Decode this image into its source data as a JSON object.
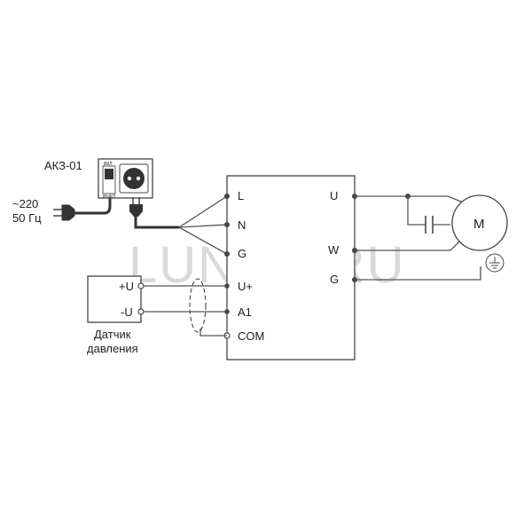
{
  "watermark": "LUNDA.RU",
  "supply": {
    "voltage": "~220",
    "frequency": "50 Гц"
  },
  "protection_device": {
    "name": "АКЗ-01",
    "switch_on": "ВКЛ",
    "switch_off": "ВЫКЛ"
  },
  "inverter": {
    "inputs": [
      "L",
      "N",
      "G"
    ],
    "outputs": [
      "U",
      "W",
      "G"
    ],
    "control": [
      "U+",
      "A1",
      "COM"
    ]
  },
  "sensor": {
    "plus": "+U",
    "minus": "-U",
    "label_line1": "Датчик",
    "label_line2": "давления"
  },
  "motor": {
    "label": "M"
  }
}
